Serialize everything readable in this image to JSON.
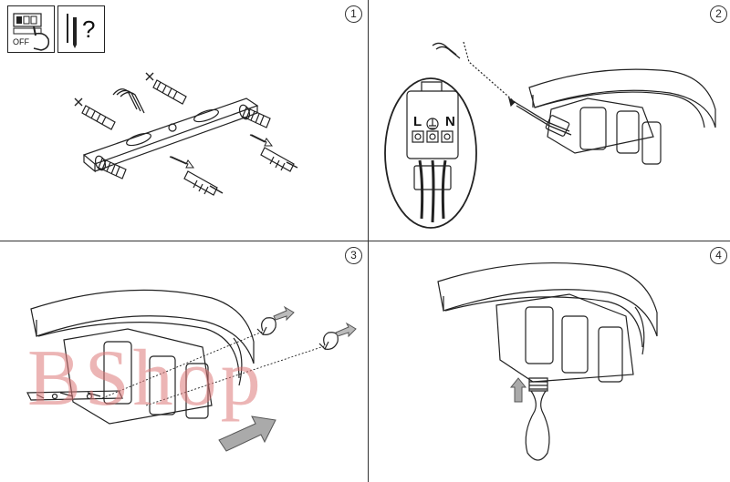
{
  "steps": {
    "step1": {
      "number": "1",
      "off_label": "OFF",
      "question_mark": "?"
    },
    "step2": {
      "number": "2",
      "terminal_L": "L",
      "terminal_N": "N"
    },
    "step3": {
      "number": "3"
    },
    "step4": {
      "number": "4"
    }
  },
  "watermark": {
    "text": "BShop"
  },
  "icons": [
    "switch-off-icon",
    "tools-question-icon",
    "screw-icon",
    "wall-plug-icon",
    "mounting-bracket-icon",
    "cable-icon",
    "terminal-block-icon",
    "ceiling-lamp-icon",
    "rotate-arrow-icon",
    "bulb-icon",
    "arrow-icon"
  ],
  "colors": {
    "line": "#222222",
    "watermark": "#dc7878",
    "arrow_fill": "#aaaaaa"
  }
}
